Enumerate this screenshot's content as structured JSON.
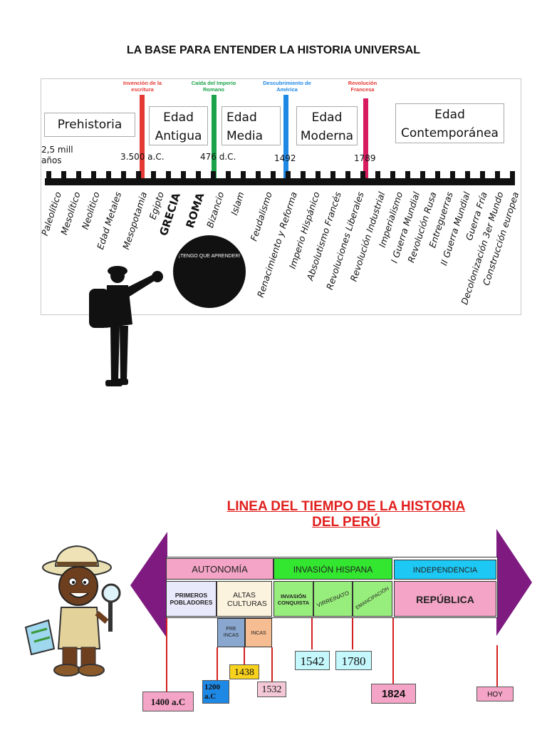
{
  "page_title": "LA BASE PARA ENTENDER LA HISTORIA UNIVERSAL",
  "universal": {
    "eras": [
      "Prehistoria",
      "Edad Antigua",
      "Edad Media",
      "Edad Moderna",
      "Edad Contemporánea"
    ],
    "events": [
      {
        "label": "Invención de la escritura",
        "color": "#e53935"
      },
      {
        "label": "Caída del Imperio Romano",
        "color": "#1aa34a"
      },
      {
        "label": "Descubrimiento de América",
        "color": "#1e88e5"
      },
      {
        "label": "Revolución Francesa",
        "color": "#e53935"
      }
    ],
    "dates": [
      "2,5 mill años",
      "3.500 a.C.",
      "476 d.C.",
      "1492",
      "1789"
    ],
    "periods": [
      "Paleolítico",
      "Mesolítico",
      "Neolítico",
      "Edad Metales",
      "Mesopotamia",
      "Egipto",
      "GRECIA",
      "ROMA",
      "Bizancio",
      "Islam",
      "Feudalismo",
      "Renacimiento y Reforma",
      "Imperio Hispánico",
      "Absolutismo Francés",
      "Revoluciones Liberales",
      "Revolución Industrial",
      "Imperialismo",
      "I Guerra Mundial",
      "Revolución Rusa",
      "Entreguerras",
      "II Guerra Mundial",
      "Guerra Fría",
      "Decolonización 3er Mundo",
      "Construcción europea"
    ],
    "bubble": "¡TENGO QUE APRENDER!",
    "bar_colors": {
      "red": "#e53935",
      "green": "#1aa34a",
      "blue": "#1e88e5",
      "pink": "#d81b60"
    }
  },
  "peru": {
    "title_line1": "LINEA DEL TIEMPO DE LA HISTORIA",
    "title_line2": "DEL PERÚ",
    "headers": [
      "AUTONOMÍA",
      "INVASIÓN HISPANA",
      "INDEPENDENCIA"
    ],
    "sub": [
      "PRIMEROS POBLADORES",
      "ALTAS CULTURAS",
      "INVASIÓN CONQUISTA",
      "VIRREINATO",
      "EMANCIPACIÓN",
      "REPÚBLICA"
    ],
    "sub2": [
      "PRE INCAS",
      "INCAS"
    ],
    "dates": [
      "1400 a.C",
      "1200 a.C",
      "1438",
      "1532",
      "1542",
      "1780",
      "1824",
      "HOY"
    ],
    "colors": {
      "pink": "#f4a4c6",
      "green": "#33e62f",
      "light_green": "#98ee7c",
      "cyan": "#1ec8f4",
      "purple": "#7e1a80",
      "title_red": "#e0201e"
    }
  }
}
